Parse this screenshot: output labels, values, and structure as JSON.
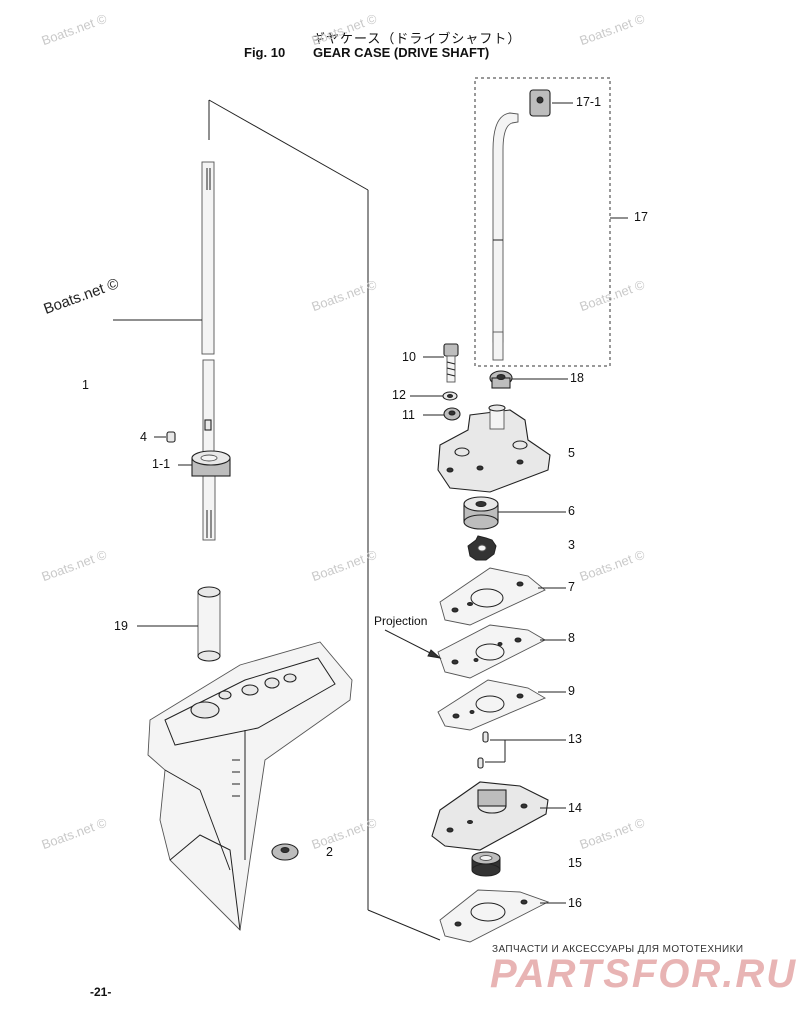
{
  "header": {
    "title_jp": "ギヤケース（ドライブシャフト）",
    "fig_label": "Fig. 10",
    "title": "GEAR CASE (DRIVE SHAFT)"
  },
  "watermark": "Boats.net ©",
  "callouts": {
    "c1": "1",
    "c4": "4",
    "c1_1": "1-1",
    "c19": "19",
    "c2": "2",
    "c17_1": "17-1",
    "c17": "17",
    "c10": "10",
    "c12": "12",
    "c11": "11",
    "c18": "18",
    "c5": "5",
    "c6": "6",
    "c3": "3",
    "c7": "7",
    "c8": "8",
    "c9": "9",
    "c13": "13",
    "c14": "14",
    "c15": "15",
    "c16": "16"
  },
  "projection_label": "Projection",
  "page_number": "-21-",
  "brand": {
    "tagline": "ЗАПЧАСТИ И АКСЕССУАРЫ ДЛЯ МОТОТЕХНИКИ",
    "name": "PARTSFOR.RU"
  }
}
